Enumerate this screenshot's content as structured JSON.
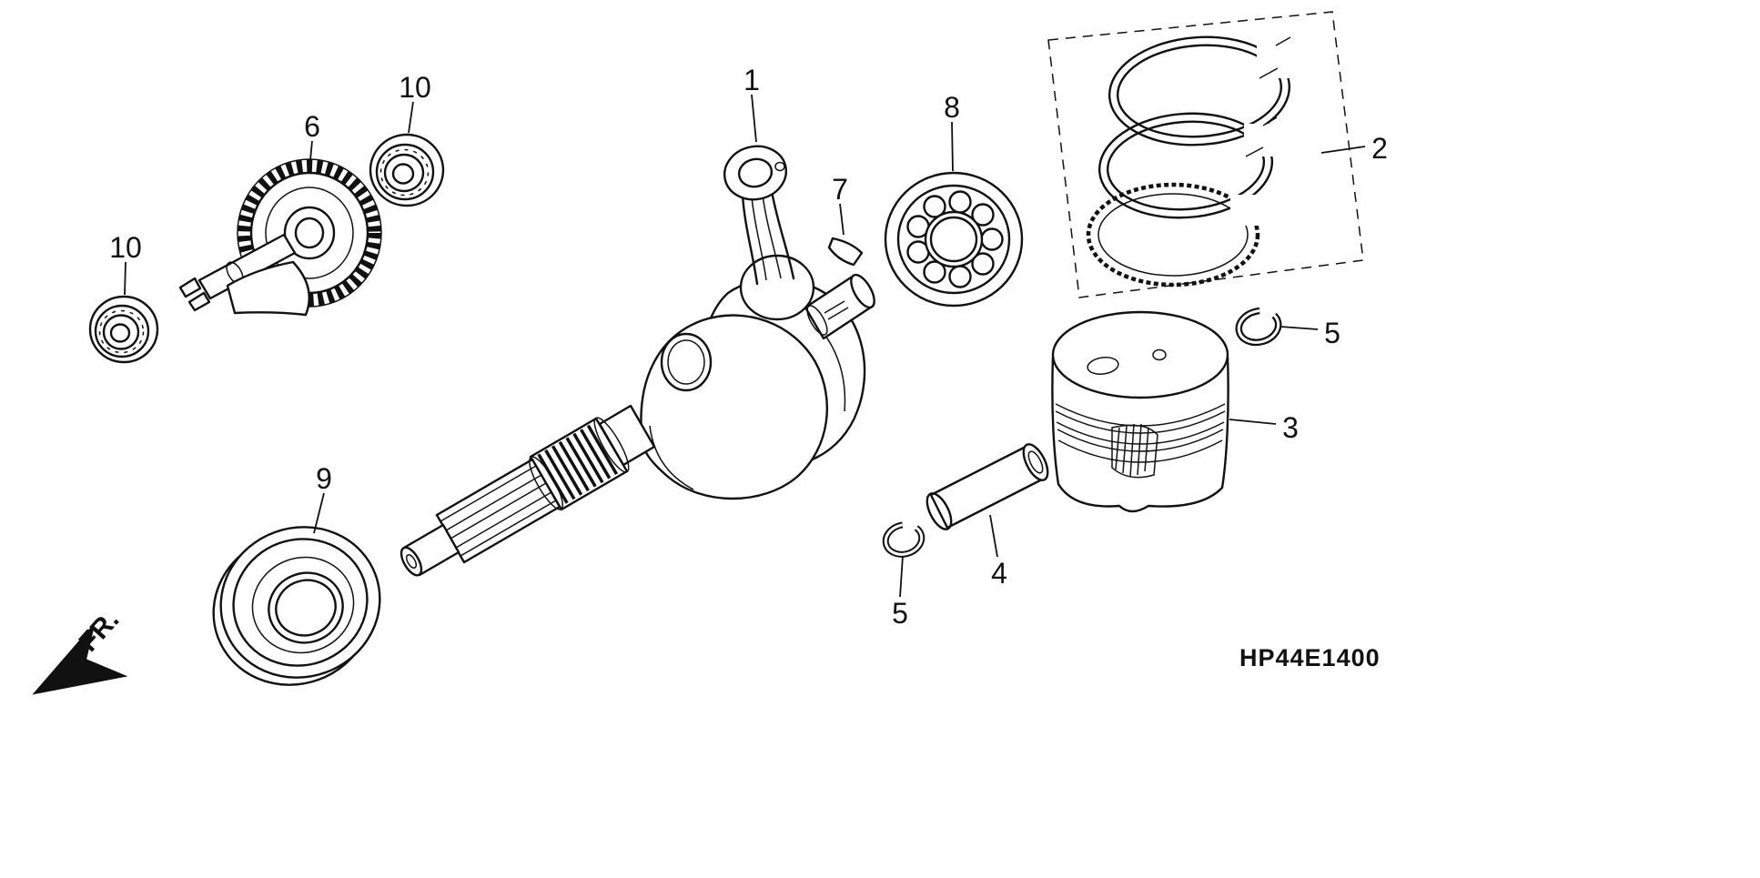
{
  "diagram": {
    "code": "HP44E1400",
    "direction_label": "FR.",
    "colors": {
      "line": "#111111",
      "background": "#ffffff"
    },
    "callouts": [
      {
        "text": "1"
      },
      {
        "text": "2"
      },
      {
        "text": "3"
      },
      {
        "text": "4"
      },
      {
        "text": "5"
      },
      {
        "text": "5"
      },
      {
        "text": "6"
      },
      {
        "text": "7"
      },
      {
        "text": "8"
      },
      {
        "text": "9"
      },
      {
        "text": "10"
      },
      {
        "text": "10"
      }
    ]
  }
}
